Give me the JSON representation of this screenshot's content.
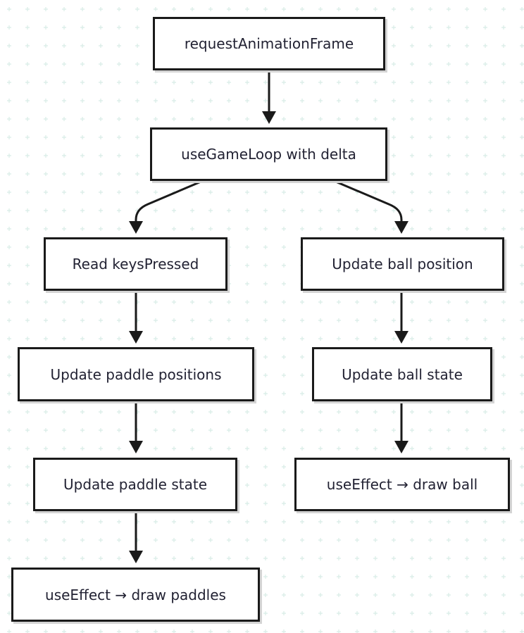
{
  "diagram": {
    "type": "flowchart",
    "nodes": {
      "raf": {
        "label": "requestAnimationFrame"
      },
      "loop": {
        "label": "useGameLoop with delta"
      },
      "keys": {
        "label": "Read keysPressed"
      },
      "ballpos": {
        "label": "Update ball position"
      },
      "paddlepos": {
        "label": "Update paddle positions"
      },
      "ballstate": {
        "label": "Update ball state"
      },
      "paddlestate": {
        "label": "Update paddle state"
      },
      "drawball": {
        "label": "useEffect → draw ball"
      },
      "drawpaddles": {
        "label": "useEffect → draw paddles"
      }
    },
    "edges": [
      {
        "from": "raf",
        "to": "loop"
      },
      {
        "from": "loop",
        "to": "keys"
      },
      {
        "from": "loop",
        "to": "ballpos"
      },
      {
        "from": "keys",
        "to": "paddlepos"
      },
      {
        "from": "paddlepos",
        "to": "paddlestate"
      },
      {
        "from": "paddlestate",
        "to": "drawpaddles"
      },
      {
        "from": "ballpos",
        "to": "ballstate"
      },
      {
        "from": "ballstate",
        "to": "drawball"
      }
    ],
    "colors": {
      "border": "#1a1a1a",
      "text": "#222233",
      "grid": "#d8ece6",
      "background": "#ffffff"
    }
  }
}
